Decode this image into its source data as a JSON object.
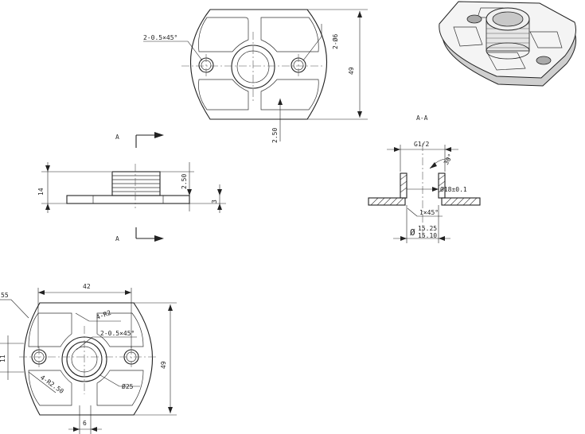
{
  "labels": {
    "top_chamfer": "2-0.5×45°",
    "top_holes": "2-Ø6",
    "top_height": "49",
    "top_offset": "2.50",
    "section_a_left": "A",
    "section_a_bottom": "A",
    "side_total_height": "14",
    "side_thread_step": "2.50",
    "side_plate": "3",
    "section_title": "A-A",
    "thread_spec": "G1/2",
    "thread_angle": "30°",
    "bore_tolerance": "Ø18±0.1",
    "bore_chamfer": "1×45°",
    "bore_upper": "15.25",
    "bore_lower": "15.10",
    "bottom_width": "42",
    "bottom_corner": "55",
    "bottom_radius2": "4-R2",
    "bottom_chamfer": "2-0.5×45°",
    "bottom_side": "11",
    "bottom_radius50": "4-R2.50",
    "bottom_hole": "Ø25",
    "bottom_height": "49",
    "bottom_slot": "6"
  },
  "colors": {
    "line": "#222222",
    "background": "#ffffff",
    "iso_face": "#f4f4f4",
    "iso_shadow": "#cfcfcf"
  },
  "icons": {
    "section_arrow": "arrow-right-icon",
    "iso_view": "isometric-part-render"
  }
}
